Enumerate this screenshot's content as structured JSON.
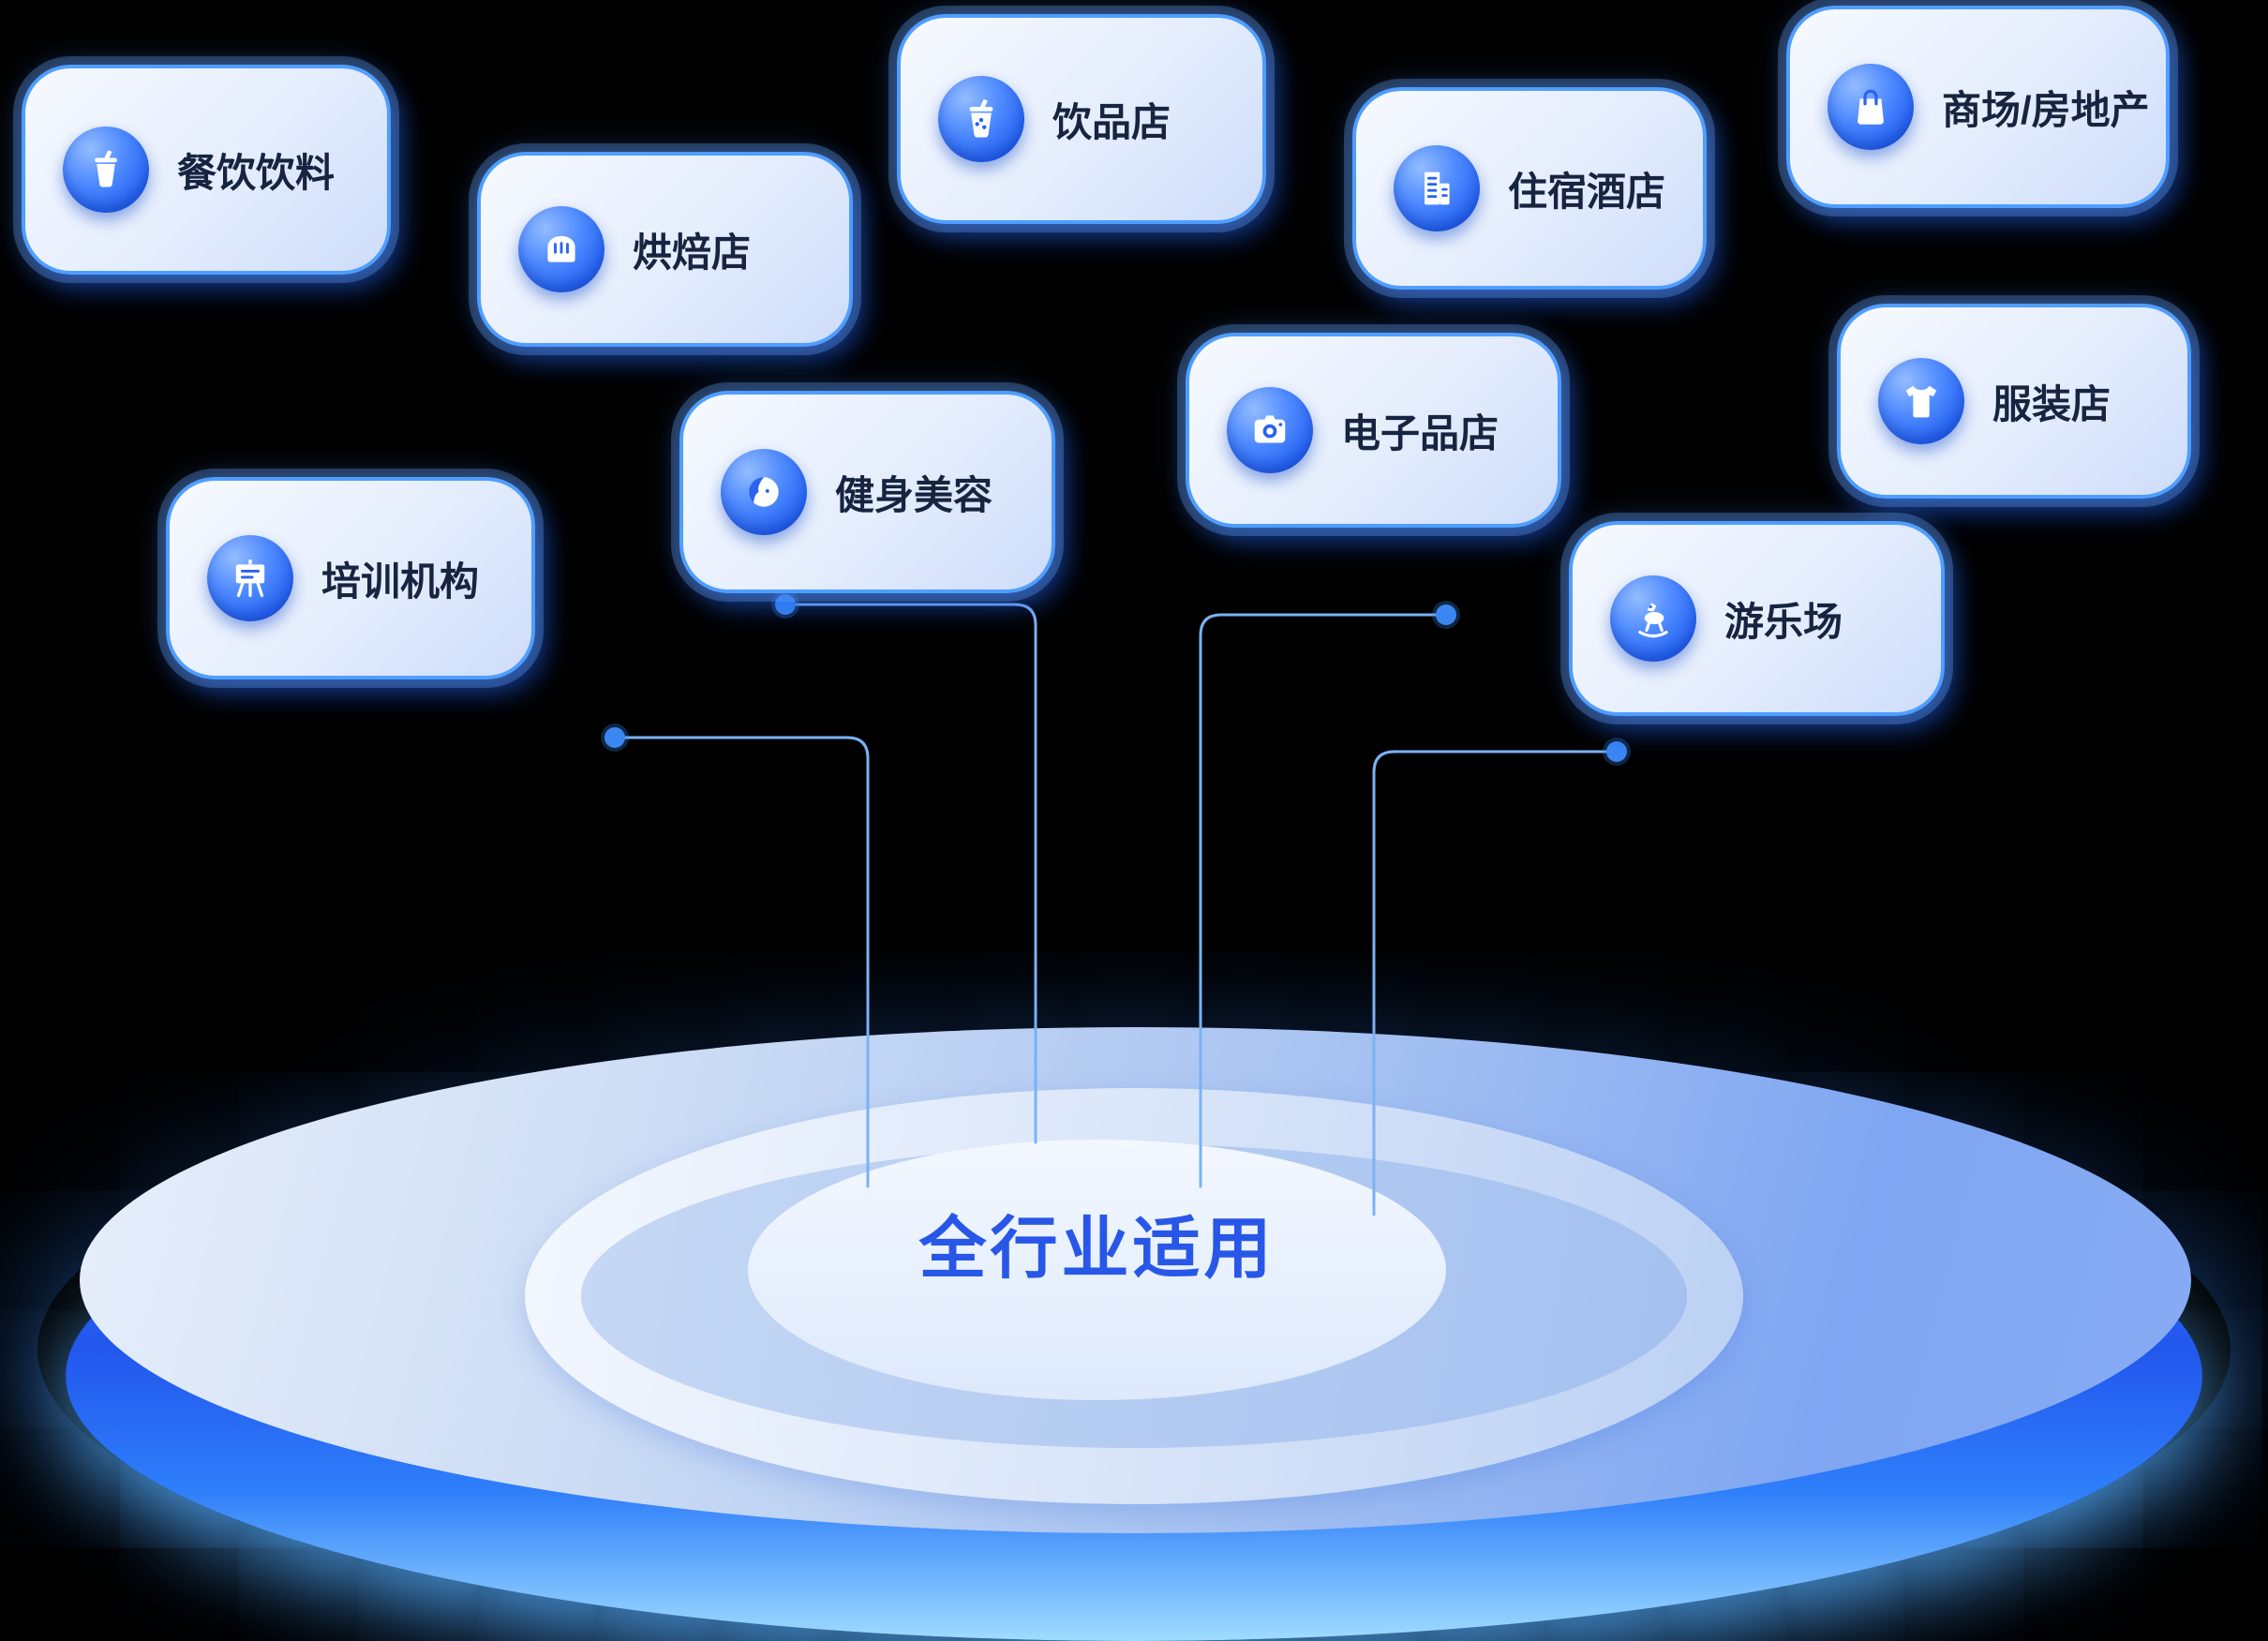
{
  "background_color": "#000000",
  "cards": [
    {
      "label": "餐饮饮料",
      "icon": "drink-cup-icon"
    },
    {
      "label": "烘焙店",
      "icon": "bread-icon"
    },
    {
      "label": "饮品店",
      "icon": "beverage-cup-icon"
    },
    {
      "label": "住宿酒店",
      "icon": "hotel-building-icon"
    },
    {
      "label": "商场/房地产",
      "icon": "shopping-bag-icon"
    },
    {
      "label": "电子品店",
      "icon": "camera-icon"
    },
    {
      "label": "服装店",
      "icon": "tshirt-icon"
    },
    {
      "label": "健身美容",
      "icon": "beauty-face-icon"
    },
    {
      "label": "培训机构",
      "icon": "easel-icon"
    },
    {
      "label": "游乐场",
      "icon": "rocking-horse-icon"
    }
  ],
  "platform": {
    "label": "全行业适用",
    "text_color": "#2857e8"
  },
  "colors": {
    "accent": "#2a63ee",
    "card_border": "#4f9eff",
    "card_label": "#162440",
    "connector_line": "#7ab2f4",
    "connector_dot": "#3b87f2",
    "disc_side": "#2257ee"
  }
}
